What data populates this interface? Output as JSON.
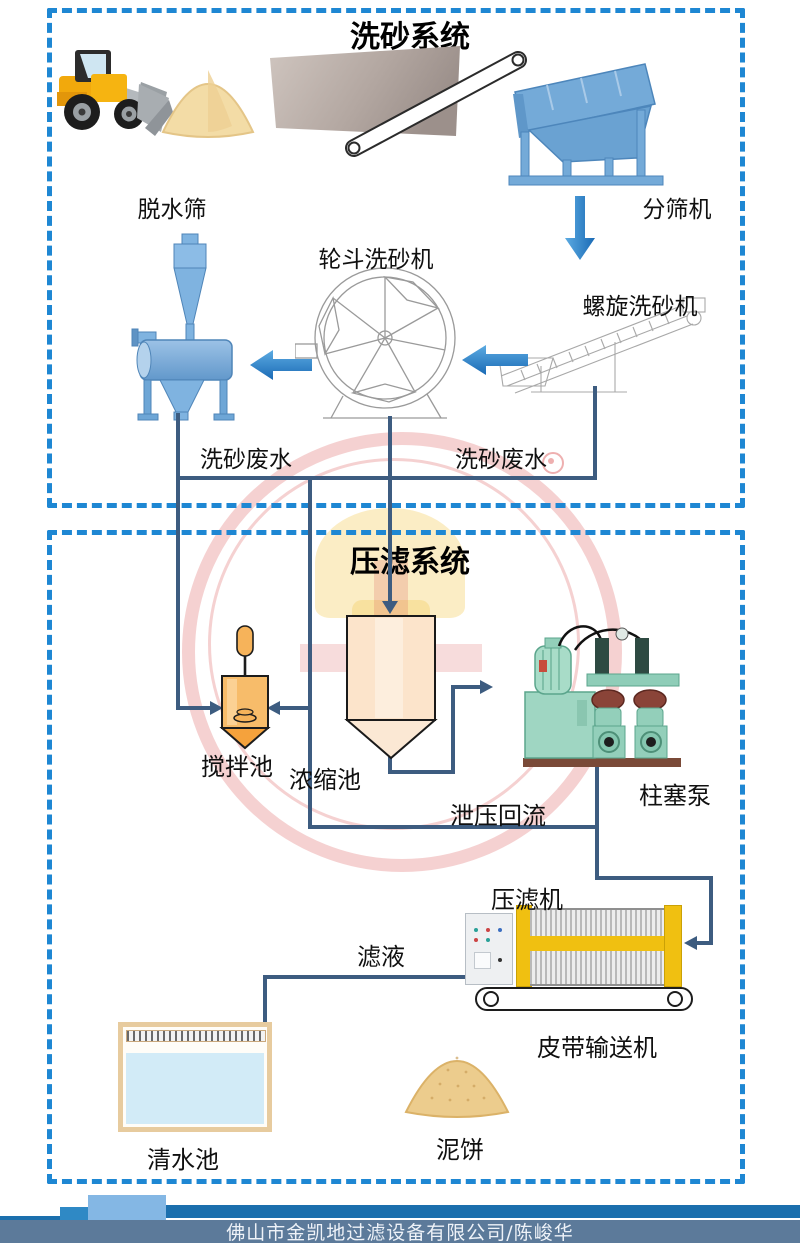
{
  "sections": {
    "washing": {
      "title": "洗砂系统",
      "labels": {
        "dewatering_screen": "脱水筛",
        "screening_machine": "分筛机",
        "wheel_washer": "轮斗洗砂机",
        "spiral_washer": "螺旋洗砂机",
        "wastewater_left": "洗砂废水",
        "wastewater_right": "洗砂废水"
      }
    },
    "pressing": {
      "title": "压滤系统",
      "labels": {
        "mixing_tank": "搅拌池",
        "thickener": "浓缩池",
        "plunger_pump": "柱塞泵",
        "relief_return": "泄压回流",
        "filter_press": "压滤机",
        "filtrate": "滤液",
        "belt_conveyor": "皮带输送机",
        "clear_water_tank": "清水池",
        "mud_cake": "泥饼"
      }
    }
  },
  "footer": {
    "company": "佛山市金凯地过滤设备有限公司/陈峻华"
  },
  "colors": {
    "dashed_border": "#1e87d3",
    "pipe": "#3d5c80",
    "big_arrow_blue": "#2a7fc9",
    "press_yellow": "#f0c011",
    "watermark_red": "#d94f4f",
    "watermark_yellow": "#f2c23e",
    "footer_bar": "#5c7a9a"
  }
}
